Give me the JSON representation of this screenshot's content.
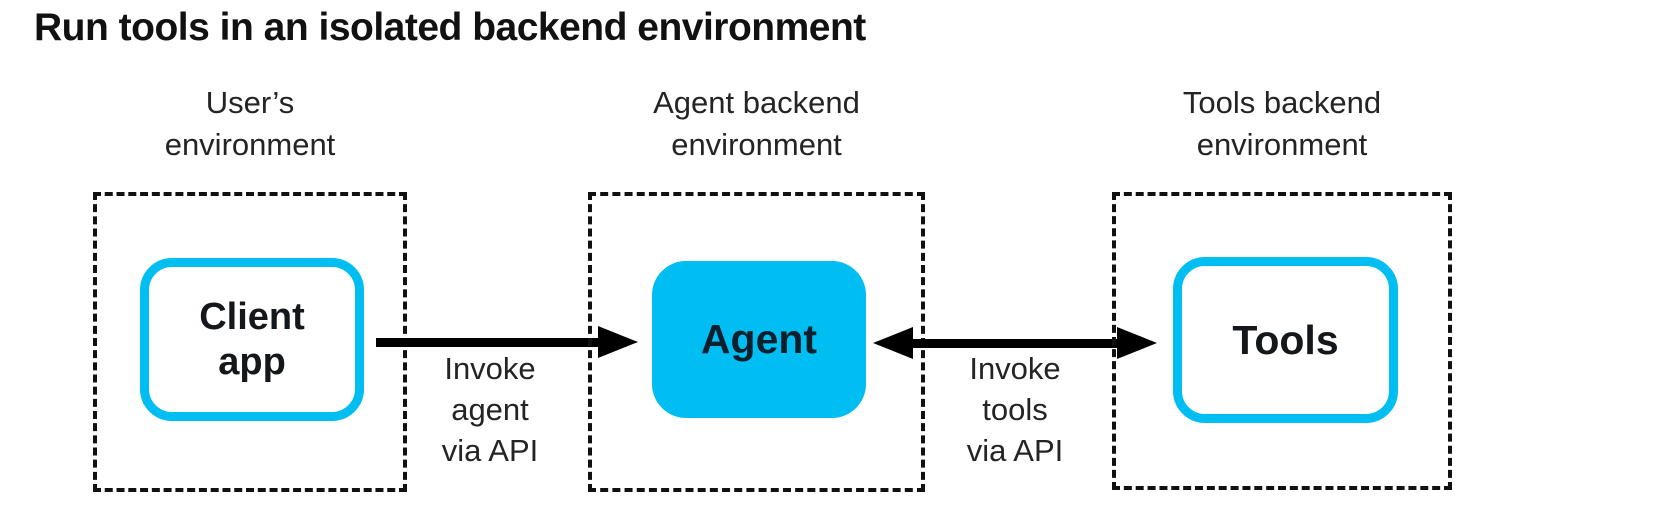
{
  "title": "Run tools in an isolated backend environment",
  "colors": {
    "accent_cyan": "#00bdf2",
    "arrow_black": "#000000",
    "dash_black": "#111111",
    "label_gray": "#242424",
    "node_text_dark": "#0c1f2c",
    "title_black": "#111111"
  },
  "environments": [
    {
      "name": "user-environment",
      "label_line1": "User’s",
      "label_line2": "environment",
      "node": {
        "label": "Client app",
        "line1": "Client",
        "line2": "app",
        "style": "outlined"
      }
    },
    {
      "name": "agent-backend-environment",
      "label_line1": "Agent backend",
      "label_line2": "environment",
      "node": {
        "label": "Agent",
        "style": "filled"
      }
    },
    {
      "name": "tools-backend-environment",
      "label_line1": "Tools backend",
      "label_line2": "environment",
      "node": {
        "label": "Tools",
        "style": "outlined"
      }
    }
  ],
  "connectors": [
    {
      "name": "invoke-agent-via-api",
      "direction": "left-to-right",
      "lines": [
        "Invoke",
        "agent",
        "via API"
      ]
    },
    {
      "name": "invoke-tools-via-api",
      "direction": "bidirectional",
      "lines": [
        "Invoke",
        "tools",
        "via API"
      ]
    }
  ]
}
